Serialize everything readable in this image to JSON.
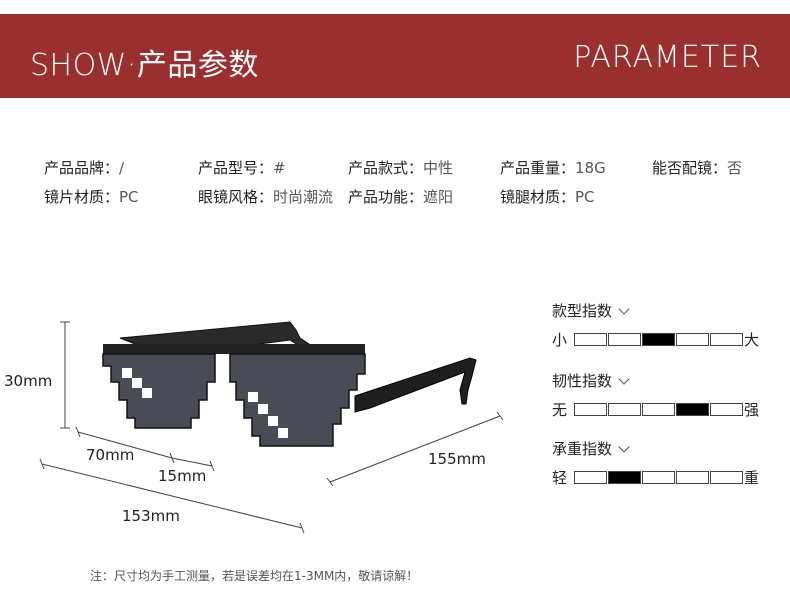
{
  "header": {
    "title_left": "SHOW·产品参数",
    "title_right": "PARAMETER"
  },
  "params": {
    "row1": [
      {
        "key": "产品品牌：",
        "value": "/"
      },
      {
        "key": "产品型号：",
        "value": "#"
      },
      {
        "key": "产品款式：",
        "value": "中性"
      },
      {
        "key": "产品重量：",
        "value": "18G"
      },
      {
        "key": "能否配镜：",
        "value": "否"
      }
    ],
    "row2": [
      {
        "key": "镜片材质：",
        "value": "PC"
      },
      {
        "key": "眼镜风格：",
        "value": "时尚潮流"
      },
      {
        "key": "产品功能：",
        "value": "遮阳"
      },
      {
        "key": "镜腿材质：",
        "value": "PC"
      }
    ]
  },
  "dimensions": {
    "height": "30mm",
    "lens_width": "70mm",
    "bridge": "15mm",
    "frame_width": "153mm",
    "temple_length": "155mm"
  },
  "indices": [
    {
      "title": "款型指数",
      "low": "小",
      "high": "大",
      "level": 3,
      "cells": 5
    },
    {
      "title": "韧性指数",
      "low": "无",
      "high": "强",
      "level": 4,
      "cells": 5
    },
    {
      "title": "承重指数",
      "low": "轻",
      "high": "重",
      "level": 2,
      "cells": 5
    }
  ],
  "note": "注：尺寸均为手工测量，若是误差均在1-3MM内，敬请谅解！",
  "colors": {
    "banner": "#9b2f30",
    "lens": "#4a4c55",
    "pixel_highlight": "#ffffff"
  }
}
